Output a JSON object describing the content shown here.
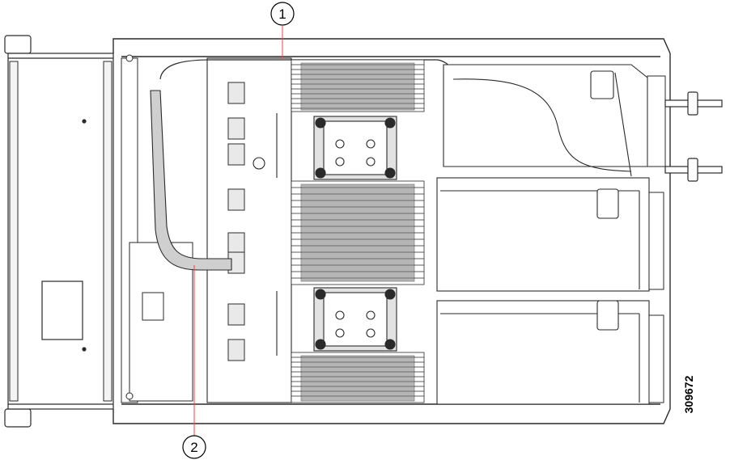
{
  "figure": {
    "figure_id": "309672",
    "callouts": [
      {
        "number": "1"
      },
      {
        "number": "2"
      }
    ]
  },
  "colors": {
    "line": "#2a2a2a",
    "chassis_fill": "#ffffff",
    "component_fill": "#efefef",
    "dimm_dark": "#7a7a7a",
    "cable_fill": "#cfcfcf",
    "heatsink_fill": "#e2e2e2",
    "callout_line": "#ff4040"
  }
}
